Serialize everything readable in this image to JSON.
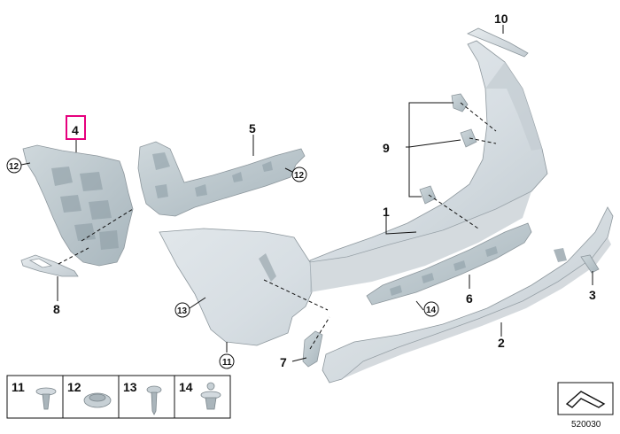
{
  "diagram": {
    "image_number": "520030",
    "highlighted_callout": "4",
    "callouts": [
      {
        "id": "c1",
        "label": "1"
      },
      {
        "id": "c2",
        "label": "2"
      },
      {
        "id": "c3",
        "label": "3"
      },
      {
        "id": "c4",
        "label": "4"
      },
      {
        "id": "c5",
        "label": "5"
      },
      {
        "id": "c6",
        "label": "6"
      },
      {
        "id": "c7",
        "label": "7"
      },
      {
        "id": "c8",
        "label": "8"
      },
      {
        "id": "c9",
        "label": "9"
      },
      {
        "id": "c10",
        "label": "10"
      }
    ],
    "circled_callouts": [
      {
        "id": "cc12a",
        "label": "12"
      },
      {
        "id": "cc12b",
        "label": "12"
      },
      {
        "id": "cc13",
        "label": "13"
      },
      {
        "id": "cc14",
        "label": "14"
      },
      {
        "id": "cc11",
        "label": "11"
      }
    ],
    "legend": [
      {
        "label": "11",
        "icon": "push-rivet-icon"
      },
      {
        "label": "12",
        "icon": "expanding-nut-icon"
      },
      {
        "label": "13",
        "icon": "screw-icon"
      },
      {
        "label": "14",
        "icon": "clip-icon"
      }
    ],
    "colors": {
      "part_fill": "#dfe5e9",
      "part_fill_dark": "#c9d2d8",
      "bracket_fill": "#b9c6cc",
      "highlight": "#e6007e",
      "ink": "#111111"
    }
  }
}
